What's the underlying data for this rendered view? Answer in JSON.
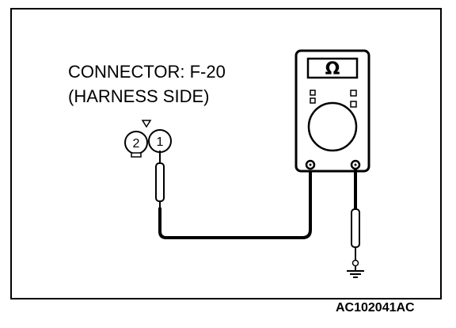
{
  "connector": {
    "title": "CONNECTOR: F-20",
    "subtitle": "(HARNESS SIDE)",
    "pins": [
      "2",
      "1"
    ]
  },
  "meter": {
    "unit_symbol": "Ω"
  },
  "figure_code": "AC102041AC",
  "icons": [
    "ohmmeter-icon",
    "ground-symbol-icon",
    "connector-icon",
    "probe-icon"
  ]
}
